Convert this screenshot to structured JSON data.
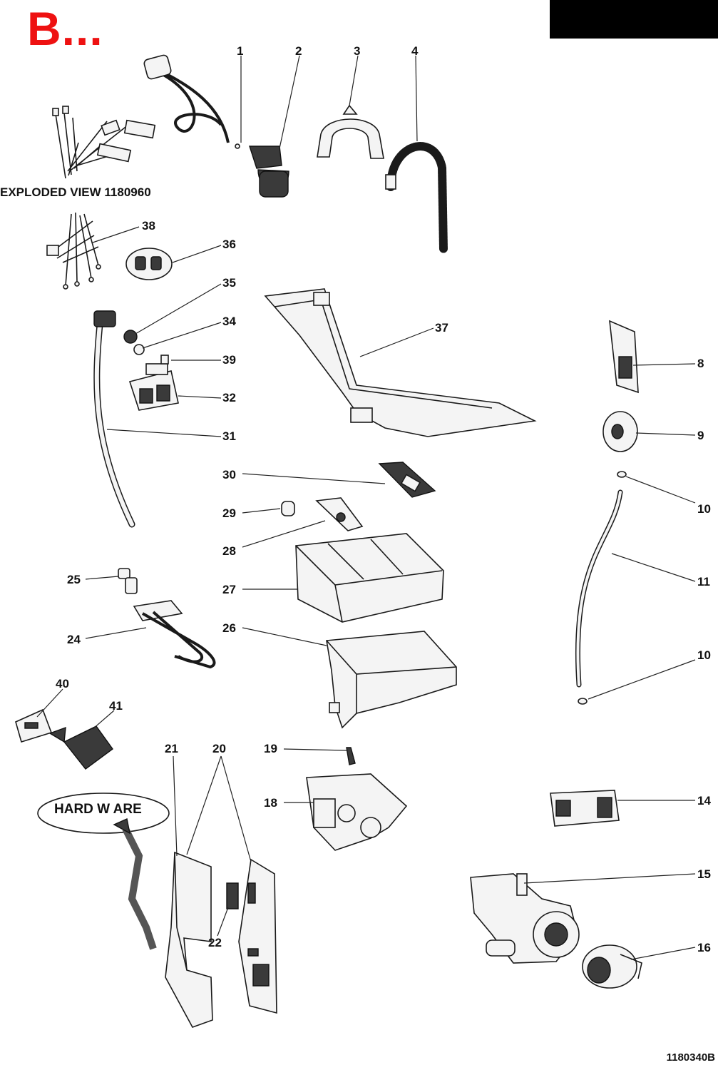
{
  "header": {
    "brand": "B...",
    "diagram_ref": "1180340B"
  },
  "captions": {
    "exploded_view": "EXPLODED VIEW 1180960",
    "hardware": "HARD   W ARE"
  },
  "callouts": [
    "1",
    "2",
    "3",
    "4",
    "8",
    "9",
    "10",
    "11",
    "10",
    "14",
    "15",
    "16",
    "18",
    "19",
    "20",
    "21",
    "22",
    "24",
    "25",
    "26",
    "27",
    "28",
    "29",
    "30",
    "31",
    "32",
    "34",
    "35",
    "36",
    "37",
    "38",
    "39",
    "40",
    "41"
  ],
  "colors": {
    "brand": "#ee1111",
    "line": "#1a1a1a",
    "background": "#ffffff"
  }
}
